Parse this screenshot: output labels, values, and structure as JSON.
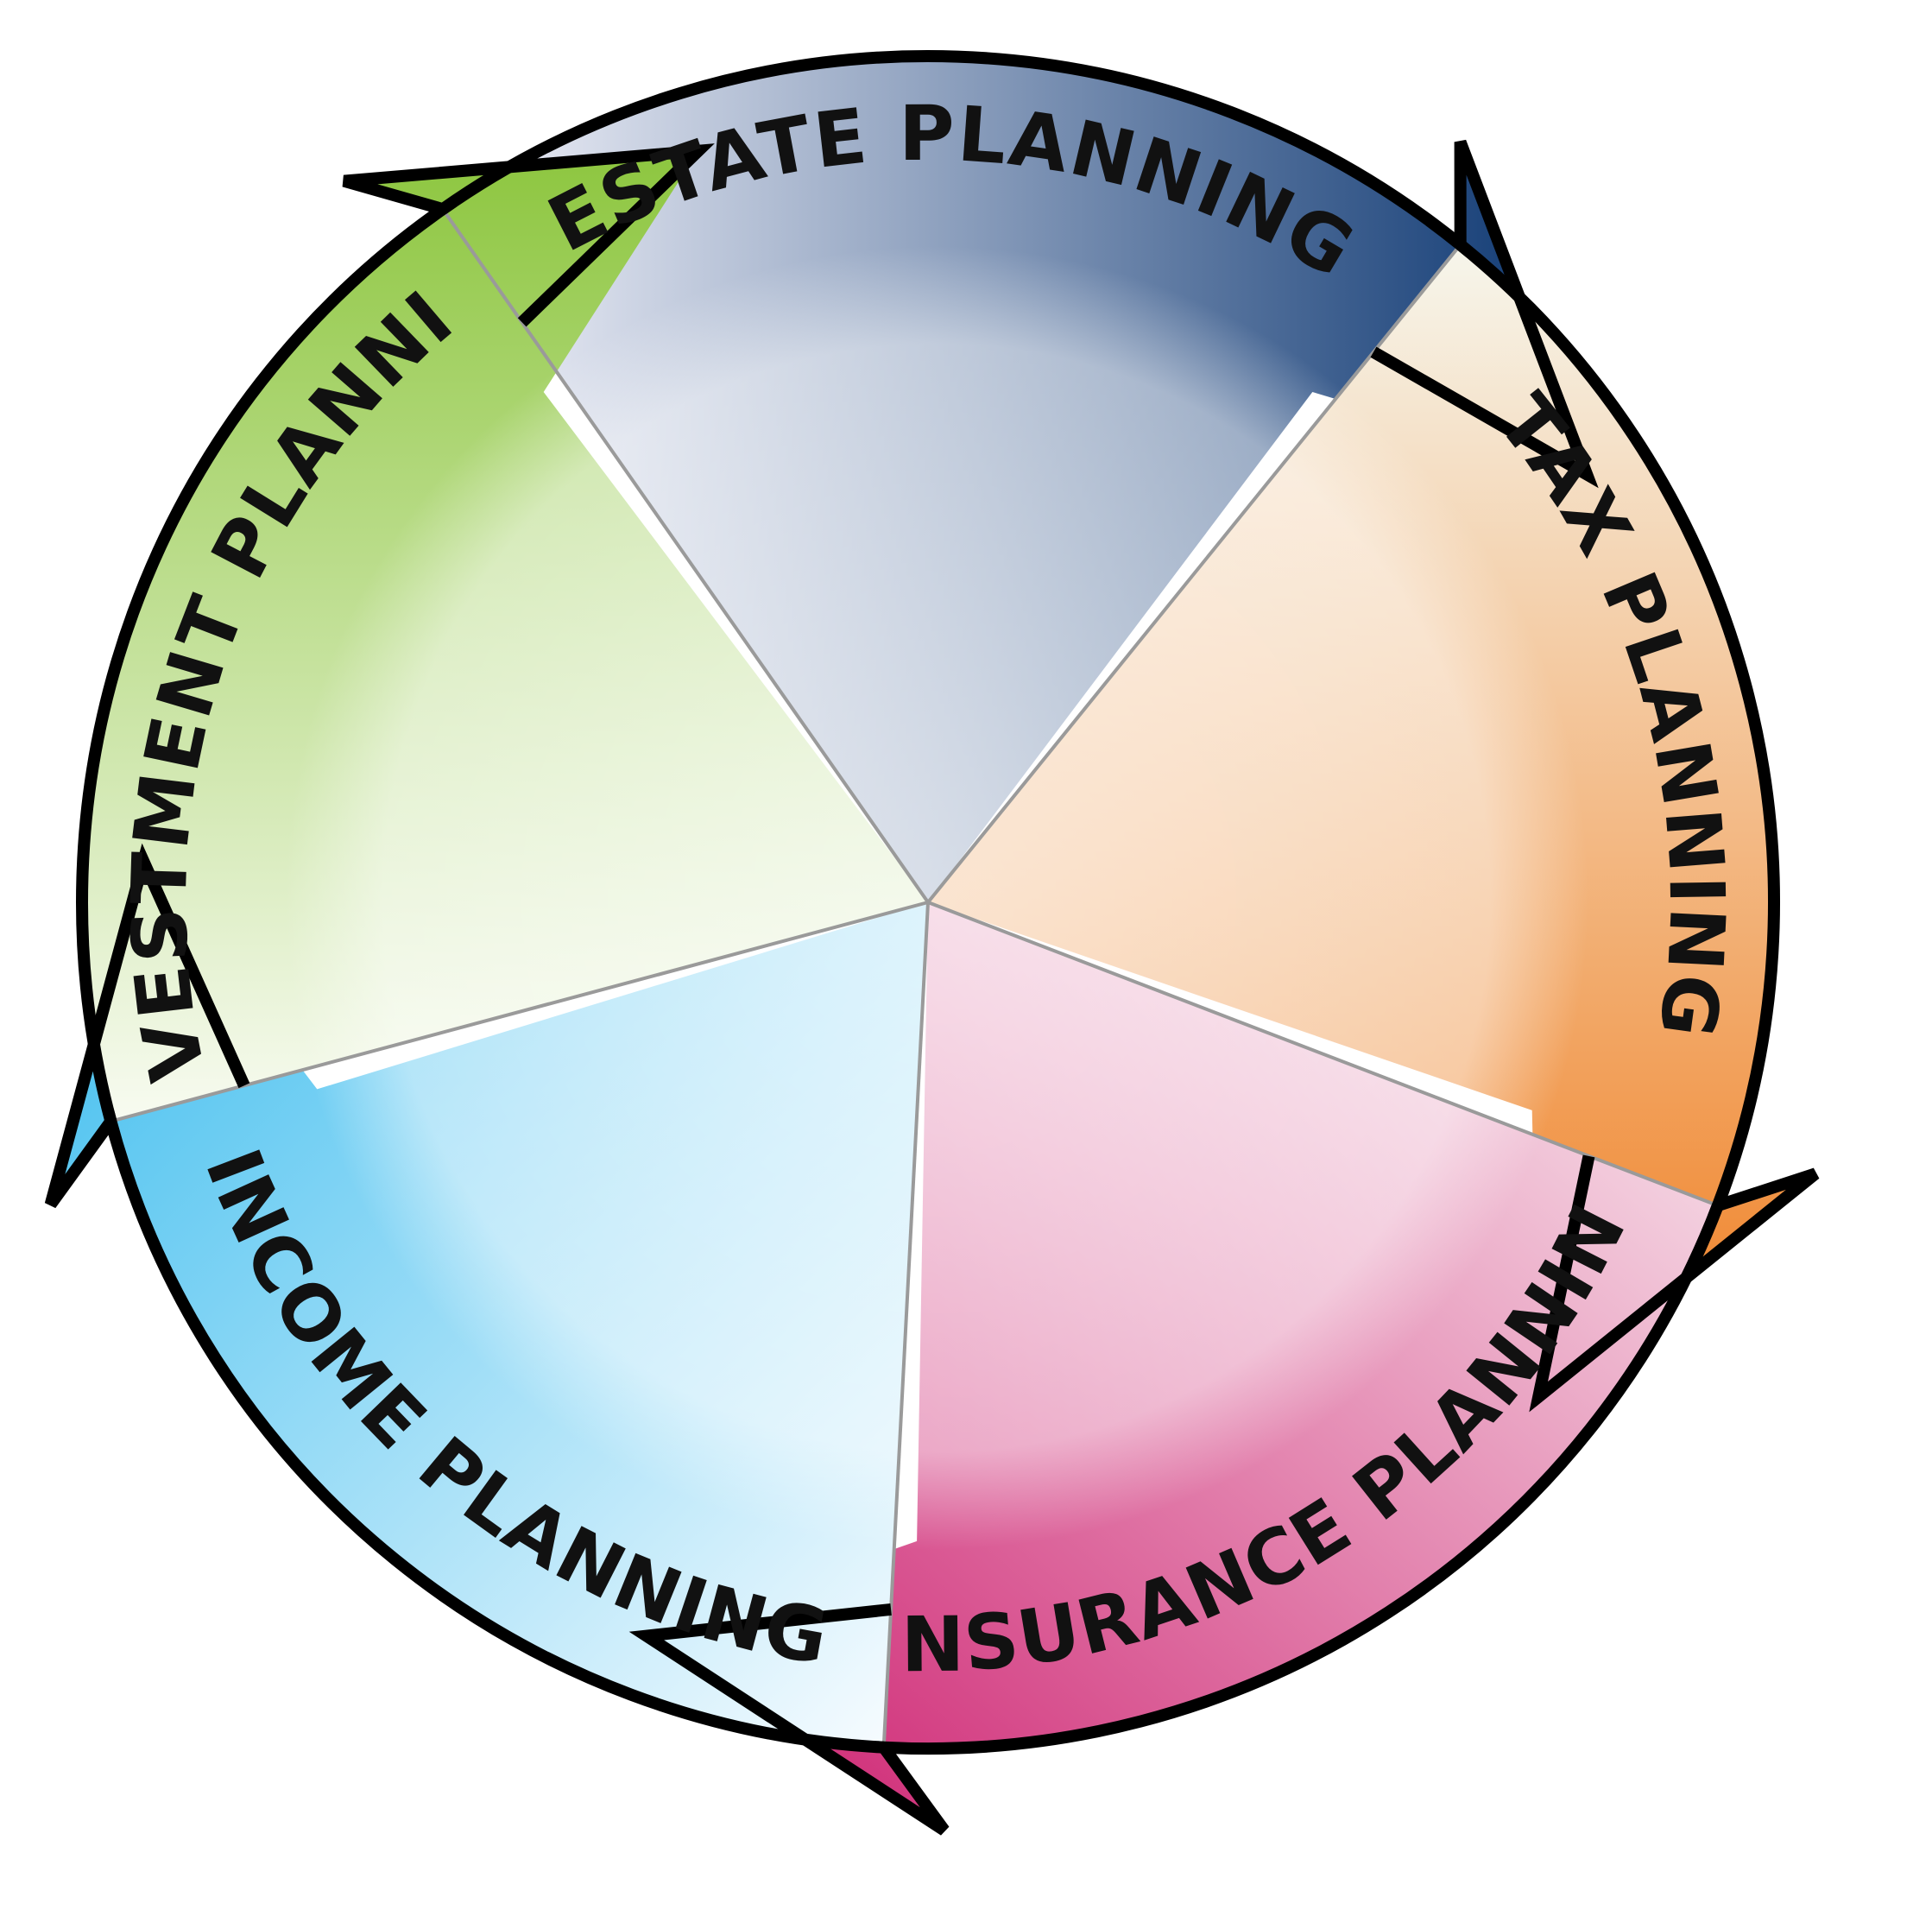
{
  "segments": [
    {
      "id": "estate",
      "label": "ESTATE PLANNING",
      "color_light": "#f4f4fb",
      "color_dark": "#0a3570"
    },
    {
      "id": "tax",
      "label": "TAX PLANNING",
      "color_light": "#f6f6ec",
      "color_dark": "#f07f22"
    },
    {
      "id": "insurance",
      "label": "INSURANCE PLANNING",
      "color_light": "#fbf3f5",
      "color_dark": "#cc1a6c"
    },
    {
      "id": "income",
      "label": "INCOME PLANNING",
      "color_light": "#fbfdff",
      "color_dark": "#3bbcee"
    },
    {
      "id": "investment",
      "label": "INVESTMENT PLANNING",
      "color_light": "#f8fbf1",
      "color_dark": "#8dc63f"
    }
  ]
}
